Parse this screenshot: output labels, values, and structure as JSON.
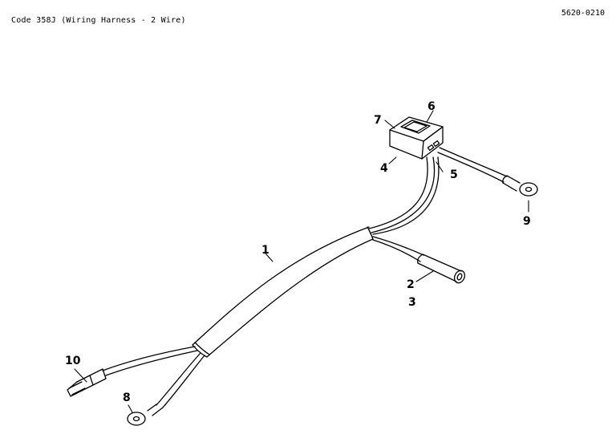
{
  "header": {
    "title": "Code 358J (Wiring Harness - 2 Wire)",
    "figure_number": "5620-0210"
  },
  "callouts": {
    "c1": "1",
    "c2": "2",
    "c3": "3",
    "c4": "4",
    "c5": "5",
    "c6": "6",
    "c7": "7",
    "c8": "8",
    "c9": "9",
    "c10": "10"
  }
}
